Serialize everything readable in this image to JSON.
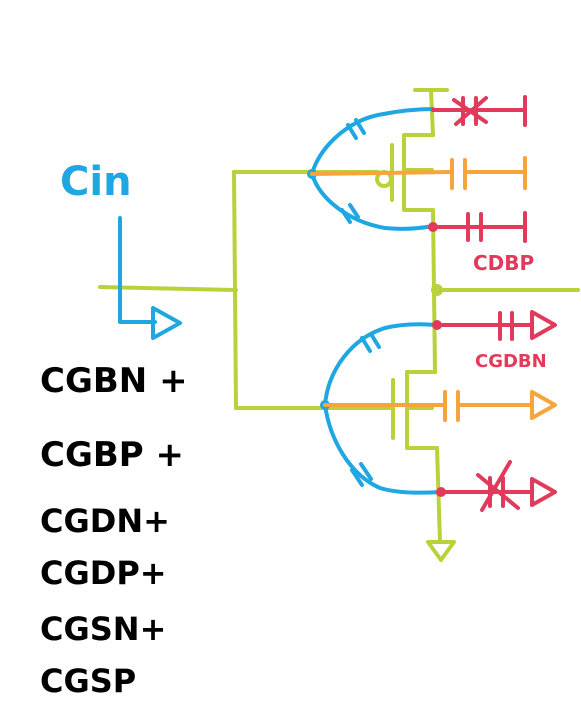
{
  "colors": {
    "wire": "#b9d23a",
    "gate_cap": "#1ea7e1",
    "gate_bulk_cap": "#f7a43a",
    "drain_bulk_cap": "#e23a5a"
  },
  "labels": {
    "cin": "Cin",
    "cdbp": "CDBP",
    "cgdbn": "CGDBN"
  },
  "sum_list": [
    {
      "text": "CGBN +",
      "color": "#f7a43a"
    },
    {
      "text": "CGBP +",
      "color": "#f7a43a"
    },
    {
      "text": "CGDN+",
      "color": "#1ea7e1"
    },
    {
      "text": "CGDP+",
      "color": "#1ea7e1"
    },
    {
      "text": "CGSN+",
      "color": "#1ea7e1"
    },
    {
      "text": "CGSP",
      "color": "#1ea7e1"
    }
  ]
}
